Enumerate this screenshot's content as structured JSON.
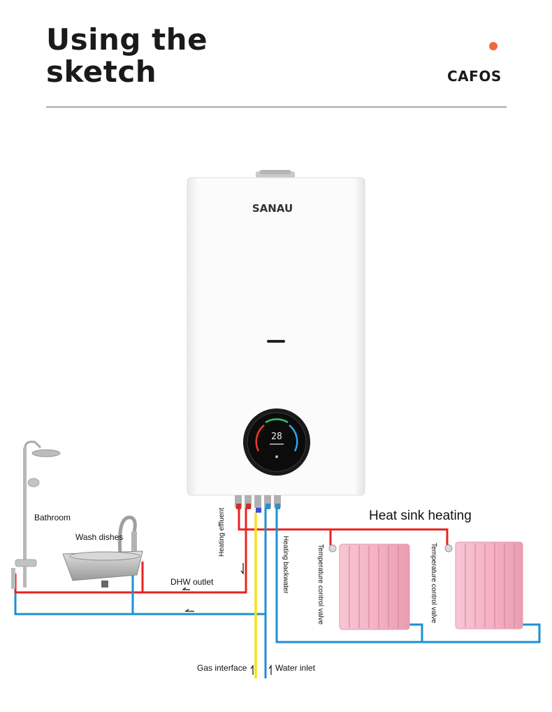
{
  "header": {
    "title_line1": "Using the",
    "title_line2": "sketch",
    "brand": "CAFOS"
  },
  "heater": {
    "logo": "SANAU",
    "display_value": "28"
  },
  "labels": {
    "bathroom": "Bathroom",
    "wash_dishes": "Wash dishes",
    "dhw_outlet": "DHW outlet",
    "heating_effluent": "Heating effluent",
    "heating_backwater": "Heating backwater",
    "heat_sink_heating": "Heat sink heating",
    "temp_valve_left": "Temperature control valve",
    "temp_valve_right": "Temperature control valve",
    "gas_interface": "Gas interface",
    "water_inlet": "Water inlet"
  },
  "colors": {
    "accent_dot": "#ee6a3a",
    "hot_pipe": "#e8231f",
    "cold_pipe": "#1e8fd2",
    "gas_pipe": "#f5e21a",
    "radiator": "#f4b8c8"
  }
}
